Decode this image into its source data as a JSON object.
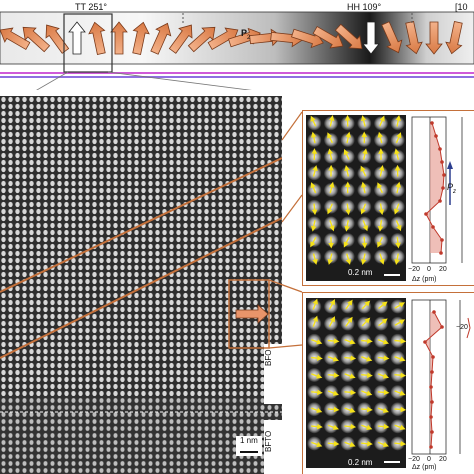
{
  "figure": {
    "top_strip": {
      "tt_label": "TT 251°",
      "hh_label": "HH 109°",
      "p2_label": "P",
      "p2_sub": "2",
      "edge_label": "[10"
    },
    "stem_image": {
      "scalebar_label": "1 nm",
      "layer_top": "BFO",
      "layer_bottom": "BFTO"
    },
    "inset_top": {
      "scalebar_label": "0.2 nm",
      "pz_label": "P",
      "pz_sub": "z",
      "axis_label": "Δz (pm)",
      "ticks": [
        "−20",
        "0",
        "20"
      ]
    },
    "inset_bottom": {
      "scalebar_label": "0.2 nm",
      "axis_label": "Δz (pm)",
      "ticks": [
        "−20",
        "0",
        "20"
      ],
      "right_tick": "−20"
    }
  },
  "colors": {
    "arrow_orange": "#e8946a",
    "arrow_dark": "#7a3a1a",
    "outline_orange": "#c4703a",
    "polar_yellow": "#f5e21a",
    "profile_red": "#c0392b",
    "magenta_line": "#d05ad8",
    "violet_line": "#8f6fe0"
  }
}
